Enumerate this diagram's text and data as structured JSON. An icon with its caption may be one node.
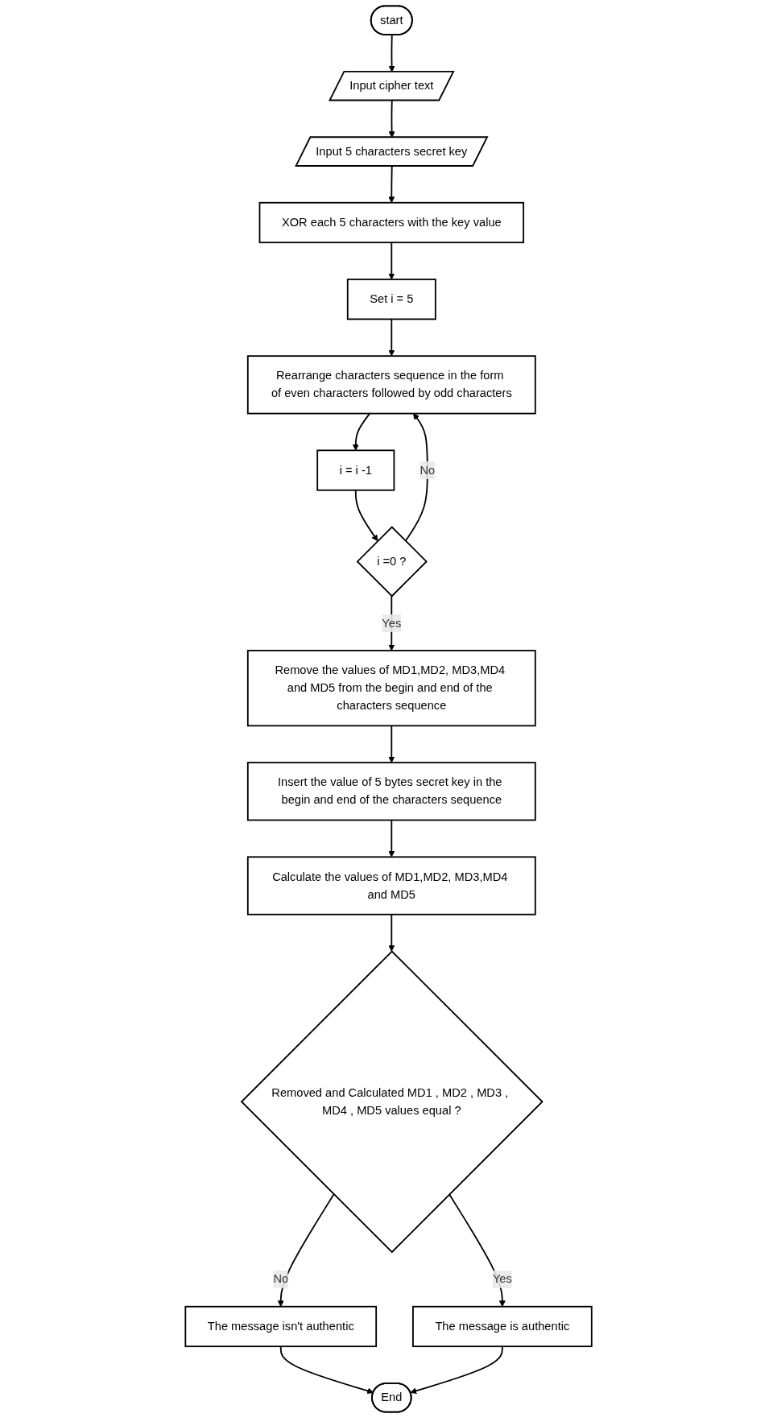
{
  "diagram": {
    "nodes": [
      {
        "text": [
          "start"
        ]
      },
      {
        "text": [
          "Input cipher text"
        ]
      },
      {
        "text": [
          "Input 5 characters secret key"
        ]
      },
      {
        "text": [
          "XOR each 5 characters with the key value"
        ]
      },
      {
        "text": [
          "Set i = 5"
        ]
      },
      {
        "text": [
          "Rearrange characters sequence in the form of even characters followed by odd characters"
        ]
      },
      {
        "text": [
          "i = i -1"
        ]
      },
      {
        "text": [
          "i =0 ?"
        ]
      },
      {
        "text": [
          "Remove the values of MD1,MD2, MD3,MD4 and MD5 from the begin and end of the characters sequence"
        ]
      },
      {
        "text": [
          "Insert the value of 5 bytes secret key in the begin and end of the characters sequence"
        ]
      },
      {
        "text": [
          "Calculate the values of MD1,MD2, MD3,MD4 and MD5"
        ]
      },
      {
        "text": [
          "Removed and Calculated MD1 , MD2 , MD3 , MD4 , MD5 values equal ?"
        ]
      },
      {
        "text": [
          "The message isn't authentic"
        ]
      },
      {
        "text": [
          "The message is authentic"
        ]
      },
      {
        "text": [
          "End"
        ]
      }
    ],
    "edges": [
      {
        "from": 0,
        "to": 1,
        "arrow": "to"
      },
      {
        "from": 1,
        "to": 2,
        "arrow": "to"
      },
      {
        "from": 2,
        "to": 3,
        "arrow": "to"
      },
      {
        "from": 3,
        "to": 4,
        "arrow": "to"
      },
      {
        "from": 4,
        "to": 5,
        "arrow": "to"
      },
      {
        "from": 5,
        "to": 6,
        "arrow": "to"
      },
      {
        "from": 6,
        "to": 7,
        "arrow": "to"
      },
      {
        "from": 7,
        "to": 5,
        "label": "No",
        "arrow": "to"
      },
      {
        "from": 7,
        "to": 8,
        "label": "Yes",
        "arrow": "to"
      },
      {
        "from": 8,
        "to": 9,
        "arrow": "to"
      },
      {
        "from": 9,
        "to": 10,
        "arrow": "to"
      },
      {
        "from": 10,
        "to": 11,
        "arrow": "to"
      },
      {
        "from": 11,
        "to": 12,
        "label": "No",
        "arrow": "to"
      },
      {
        "from": 11,
        "to": 13,
        "label": "Yes",
        "arrow": "to"
      },
      {
        "from": 12,
        "to": 14,
        "arrow": "to"
      },
      {
        "from": 13,
        "to": 14,
        "arrow": "to"
      }
    ]
  }
}
